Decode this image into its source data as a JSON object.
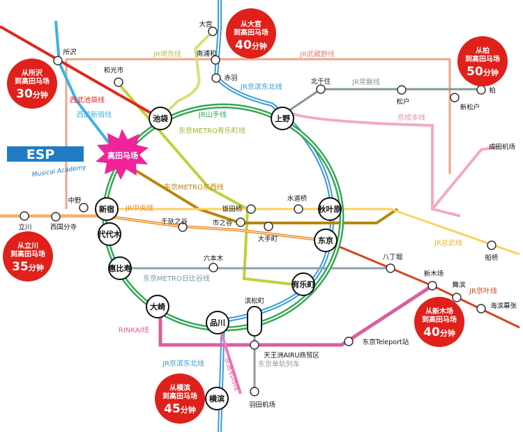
{
  "school": {
    "logo_letters": "ESP",
    "logo_script": "Musical Academy",
    "star_station": "高田马场",
    "colors": {
      "star": "#f0249a",
      "logo": "#1e7bc4"
    }
  },
  "lines": {
    "yamanote": "JR山手线",
    "saikyo": "JR埼京线",
    "musashino": "JR武藏野线",
    "keihin_tohoku_north": "JR京滨东北线",
    "keihin_tohoku_south": "JR京滨东北线",
    "joban": "JR常磐线",
    "keisei": "京成本线",
    "seibu_ikebukuro": "西武池袋线",
    "seibu_shinjuku": "西武新宿线",
    "yurakucho": "东京METRO有乐町线",
    "tozai": "东京METRO东西线",
    "chuo": "JR中央线",
    "sobu": "JR总武线",
    "hibiya": "东京METRO日比谷线",
    "keiyo": "JR京叶线",
    "rinkai": "RINKAI线",
    "keikyu": "京急机场线",
    "monorail": "东京单轨列车"
  },
  "hubs": {
    "ikebukuro": "池袋",
    "ueno": "上野",
    "shinjuku": "新宿",
    "yoyogi": "代代木",
    "akihabara": "秋叶原",
    "tokyo": "东京",
    "ebisu": "惠比寿",
    "yurakucho_st": "有乐町",
    "osaki": "大崎",
    "shinagawa": "品川",
    "hamamatsucho": "滨松町",
    "yokohama": "横滨"
  },
  "stations": {
    "omiya": "大宫",
    "urawa": "南浦和",
    "akabane": "赤羽",
    "tokorozawa": "所沢",
    "wakoshi": "和光市",
    "kitasenju": "北千住",
    "matsudo": "松户",
    "kashiwa": "柏",
    "shinmatsudo": "新松户",
    "narita": "成田机场",
    "nakano": "中野",
    "tachikawa": "立川",
    "kokubunji": "西国分寺",
    "sendagaya": "千驮之谷",
    "iidabashi": "饭田桥",
    "suidobashi": "水道桥",
    "ichigaya": "市之谷",
    "otemachi": "大手町",
    "funabashi": "船桥",
    "roppongi": "六本木",
    "hatchobori": "八丁堀",
    "shinkiba": "新木场",
    "maihama": "舞滨",
    "kaihin": "海滨幕张",
    "teleport": "东京Teleport站",
    "tennozu": "天王洲AIRU商贸区",
    "haneda": "羽田机场"
  },
  "badges": {
    "omiya": {
      "line1": "从大宫",
      "line2": "到高田马场",
      "minutes": "40",
      "unit": "分钟"
    },
    "kashiwa": {
      "line1": "从柏",
      "line2": "到高田马场",
      "minutes": "50",
      "unit": "分钟"
    },
    "tokorozawa": {
      "line1": "从所沢",
      "line2": "到高田马场",
      "minutes": "30",
      "unit": "分钟"
    },
    "tachikawa": {
      "line1": "从立川",
      "line2": "到高田马场",
      "minutes": "35",
      "unit": "分钟"
    },
    "shinkiba": {
      "line1": "从新木场",
      "line2": "到高田马场",
      "minutes": "40",
      "unit": "分钟"
    },
    "yokohama": {
      "line1": "从横滨",
      "line2": "到高田马场",
      "minutes": "45",
      "unit": "分钟"
    }
  },
  "colors": {
    "yamanote": "#33a852",
    "keihin": "#3a9ad9",
    "saikyo": "#d8e07a",
    "musashino": "#f2a48b",
    "joban": "#7f9a8e",
    "keisei": "#f3a9c3",
    "seibu_ikebukuro": "#e1251b",
    "seibu_shinjuku": "#3bb2e6",
    "yurakucho": "#c2cf3c",
    "tozai": "#b8860b",
    "chuo": "#f08a24",
    "sobu": "#fcd25a",
    "hibiya": "#8aa1ae",
    "keiyo": "#d4451e",
    "rinkai": "#d9609f",
    "keikyu": "#f07ab8",
    "monorail": "#999999",
    "badge": "#e0201a"
  }
}
